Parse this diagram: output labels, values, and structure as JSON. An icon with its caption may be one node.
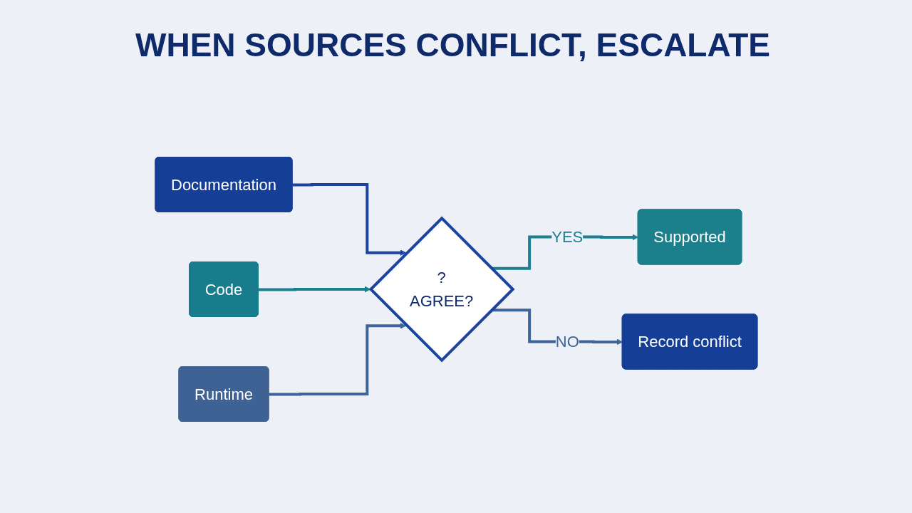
{
  "diagram": {
    "title": "WHEN SOURCES CONFLICT, ESCALATE",
    "nodes": [
      {
        "text": [
          "Documentation"
        ]
      },
      {
        "text": [
          "Code"
        ]
      },
      {
        "text": [
          "Runtime"
        ]
      },
      {
        "text": [
          "?",
          "AGREE?"
        ]
      },
      {
        "text": [
          "Supported"
        ]
      },
      {
        "text": [
          "Record conflict"
        ]
      }
    ],
    "edges": [
      {
        "from": 0,
        "to": 3,
        "arrow": "to",
        "color": "#1a44a0"
      },
      {
        "from": 1,
        "to": 3,
        "arrow": "to",
        "color": "#1a7f8f"
      },
      {
        "from": 2,
        "to": 3,
        "arrow": "to",
        "color": "#3f6497"
      },
      {
        "from": 3,
        "to": 4,
        "label": "YES",
        "arrow": "to",
        "color": "#1a7f8f"
      },
      {
        "from": 3,
        "to": 5,
        "label": "NO",
        "arrow": "to",
        "color": "#3f6497"
      }
    ]
  }
}
